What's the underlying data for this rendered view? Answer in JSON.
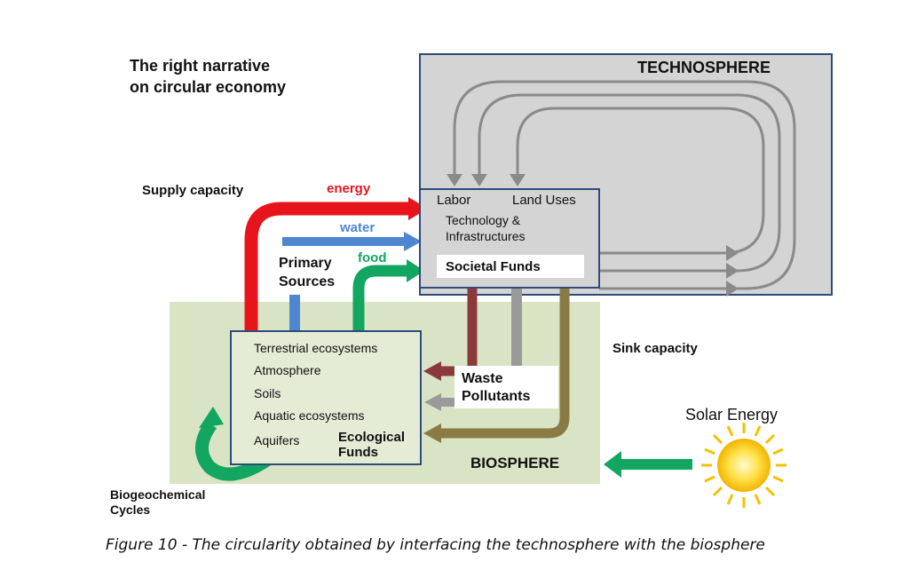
{
  "title": {
    "line1": "The right narrative",
    "line2": "on circular economy"
  },
  "technosphere": {
    "label": "TECHNOSPHERE",
    "items": {
      "labor": "Labor",
      "land_uses": "Land Uses",
      "technology": "Technology &",
      "infrastructures": "Infrastructures",
      "societal_funds": "Societal Funds"
    }
  },
  "supply": {
    "label": "Supply capacity",
    "energy": "energy",
    "water": "water",
    "food": "food",
    "primary_sources_1": "Primary",
    "primary_sources_2": "Sources"
  },
  "sink": {
    "label": "Sink capacity",
    "waste": "Waste",
    "pollutants": "Pollutants"
  },
  "biosphere": {
    "label": "BIOSPHERE",
    "items": {
      "terrestrial": "Terrestrial ecosystems",
      "atmosphere": "Atmosphere",
      "soils": "Soils",
      "aquatic": "Aquatic ecosystems",
      "aquifers": "Aquifers",
      "ecological_1": "Ecological",
      "ecological_2": "Funds"
    }
  },
  "cycles": {
    "line1": "Biogeochemical",
    "line2": "Cycles"
  },
  "solar": {
    "label": "Solar Energy"
  },
  "caption": "Figure 10 - The circularity obtained by interfacing the technosphere with the biosphere",
  "colors": {
    "energy": "#e8141c",
    "water": "#4f86d0",
    "food": "#12a660",
    "waste_dark": "#8b3a3a",
    "waste_grey": "#9a9a9a",
    "waste_olive": "#8a7a45",
    "frame": "#2e4b7a",
    "techno_bg": "#d4d4d4",
    "bio_bg": "#d9e4c4",
    "recycle_arrow": "#8a8a8a"
  }
}
